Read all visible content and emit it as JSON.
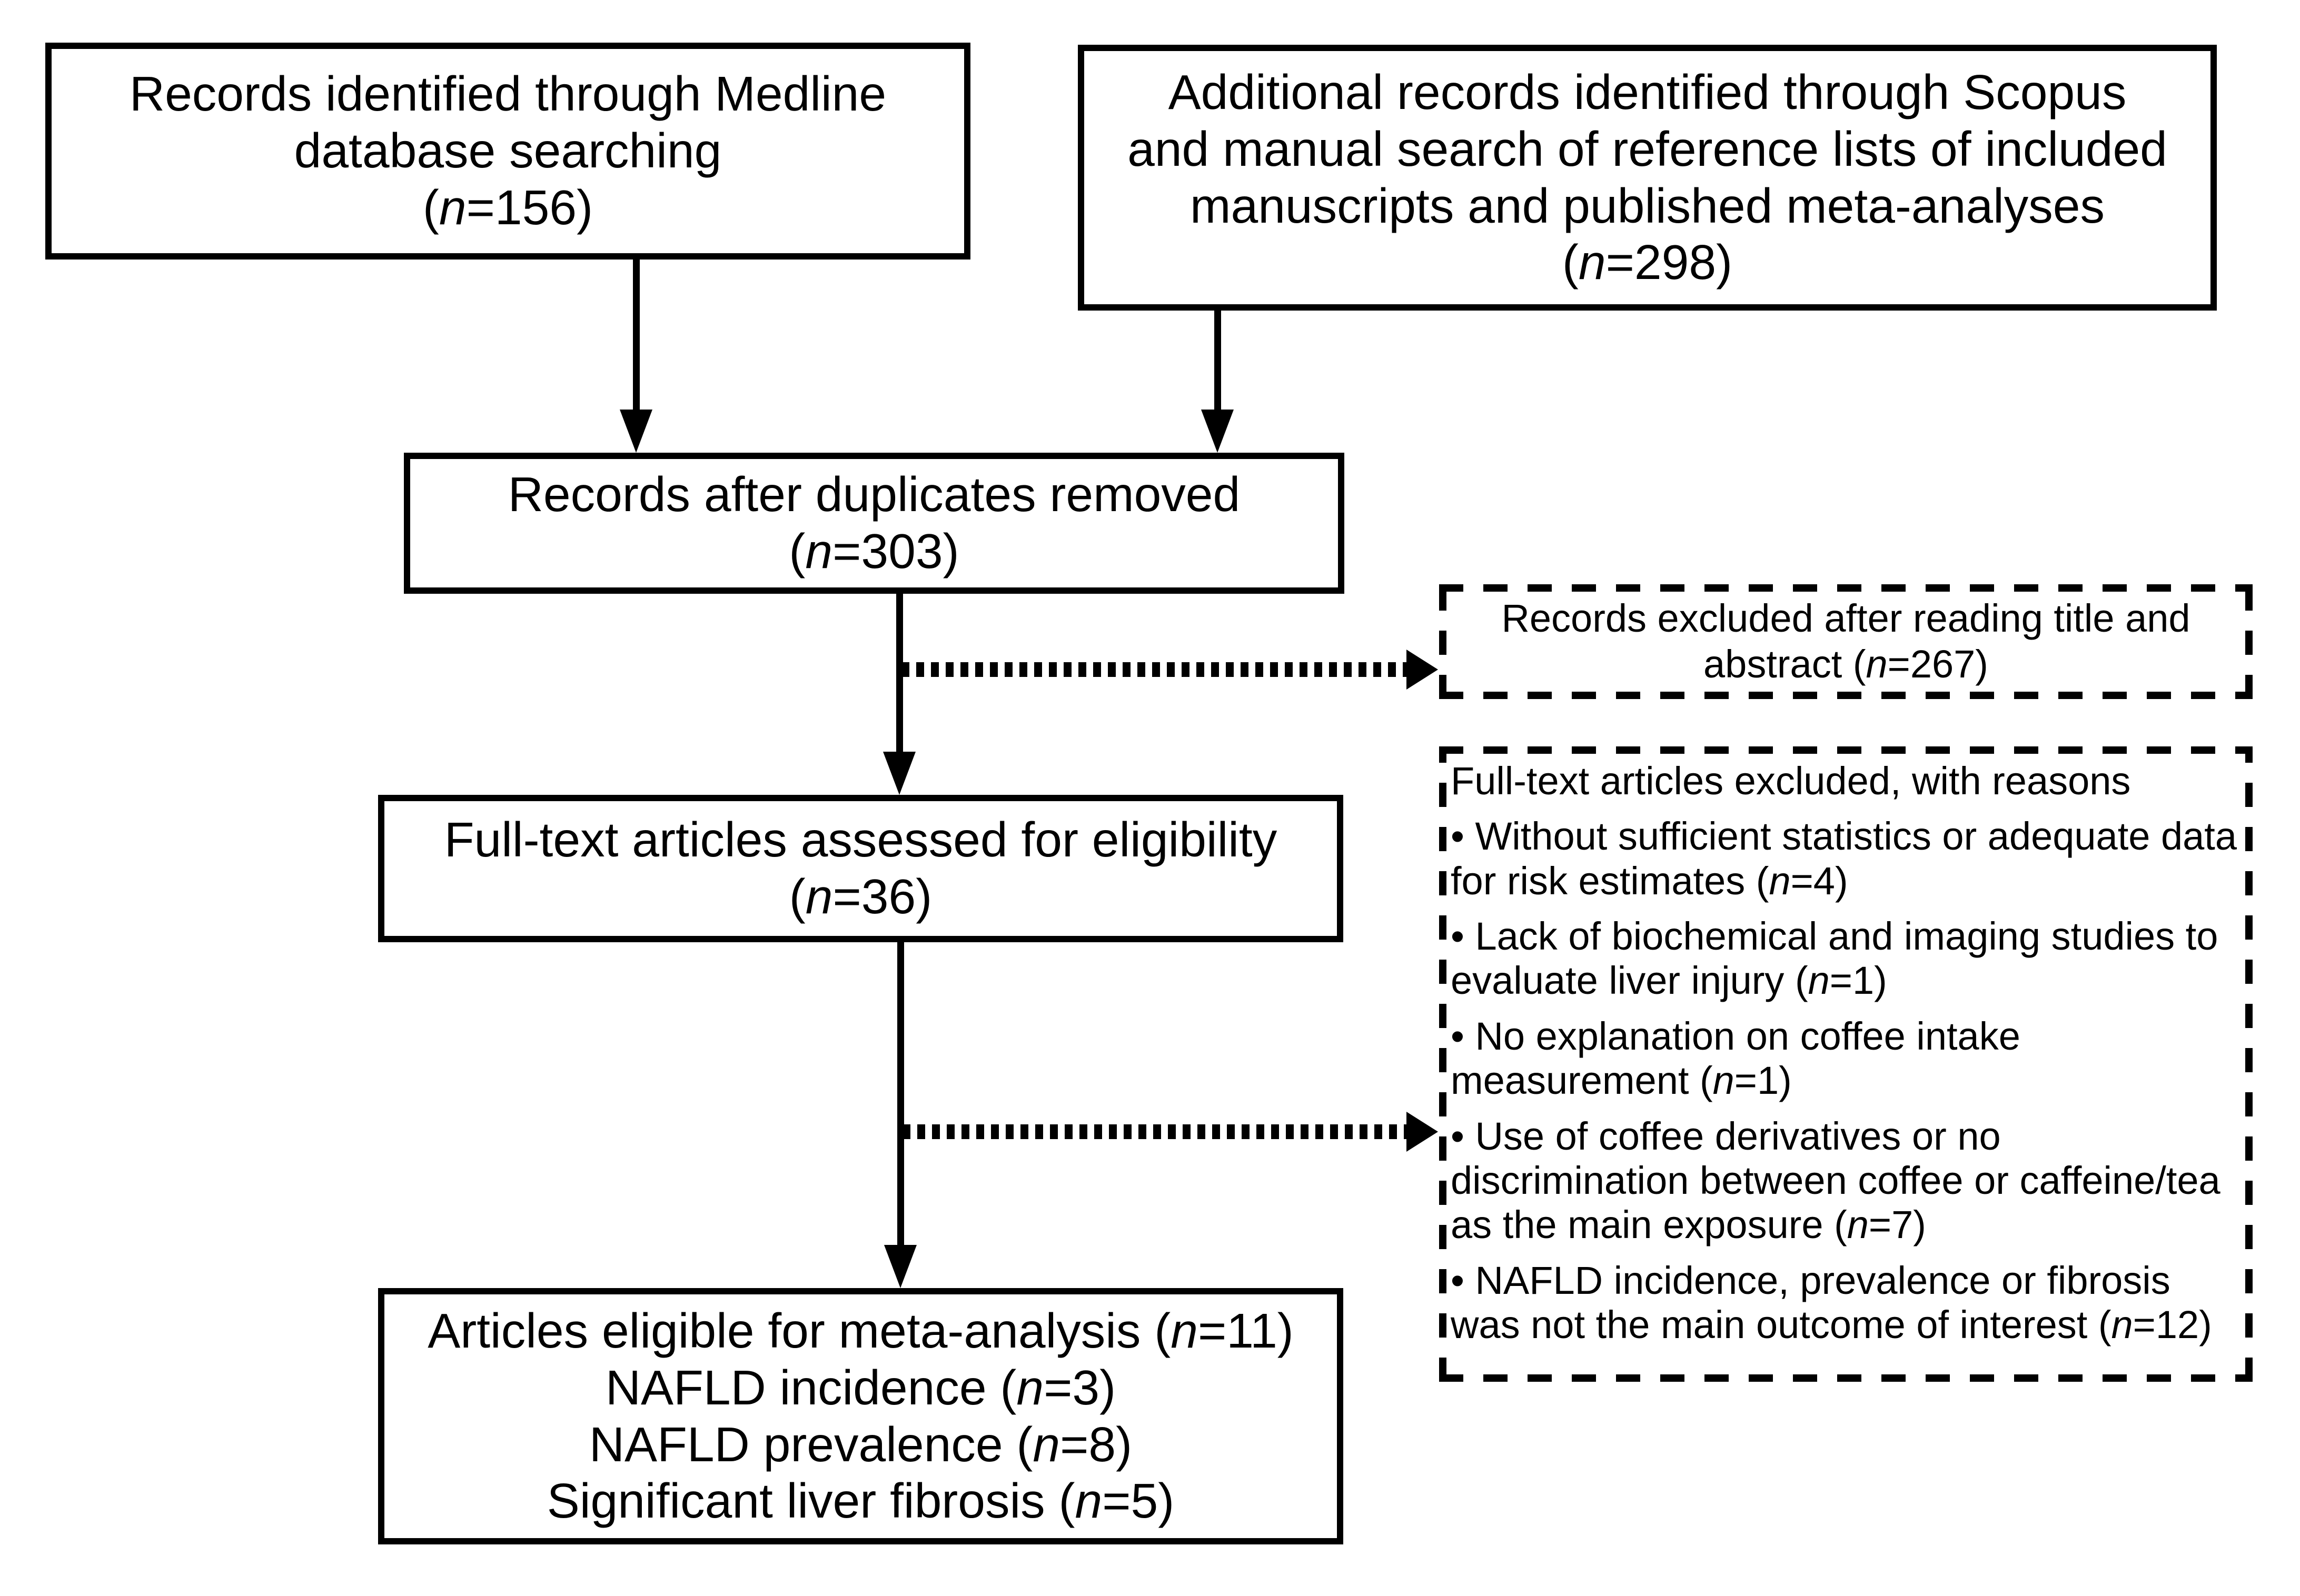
{
  "flowchart": {
    "colors": {
      "line": "#000000",
      "text": "#000000",
      "background": "#ffffff"
    },
    "medline": {
      "lines": [
        "Records identified through Medline",
        "database searching",
        "(*n*=156)"
      ]
    },
    "scopus": {
      "lines": [
        "Additional records identified through Scopus",
        "and manual search of reference lists of included",
        "manuscripts and published meta-analyses",
        "(*n*=298)"
      ]
    },
    "after_duplicates": {
      "lines": [
        "Records after duplicates removed",
        "(*n*=303)"
      ]
    },
    "excluded_records": {
      "lines": [
        "Records excluded after reading title and",
        "abstract (*n*=267)"
      ]
    },
    "fulltext_assessed": {
      "lines": [
        "Full-text articles assessed for eligibility",
        "(*n*=36)"
      ]
    },
    "fulltext_excluded": {
      "title": "Full-text articles excluded, with reasons",
      "reasons": [
        "• Without sufficient statistics or adequate data for risk estimates (*n*=4)",
        "• Lack of biochemical and imaging studies to evaluate liver injury (*n*=1)",
        "• No explanation on coffee intake measurement (*n*=1)",
        "• Use of coffee derivatives or no discrimination between coffee or caffeine/tea as the main exposure (*n*=7)",
        "• NAFLD incidence, prevalence or fibrosis was not the main outcome of interest (*n*=12)"
      ]
    },
    "eligible": {
      "lines": [
        "Articles eligible for meta-analysis (*n*=11)",
        "NAFLD incidence (*n*=3)",
        "NAFLD prevalence (*n*=8)",
        "Significant liver fibrosis (*n*=5)"
      ]
    }
  }
}
